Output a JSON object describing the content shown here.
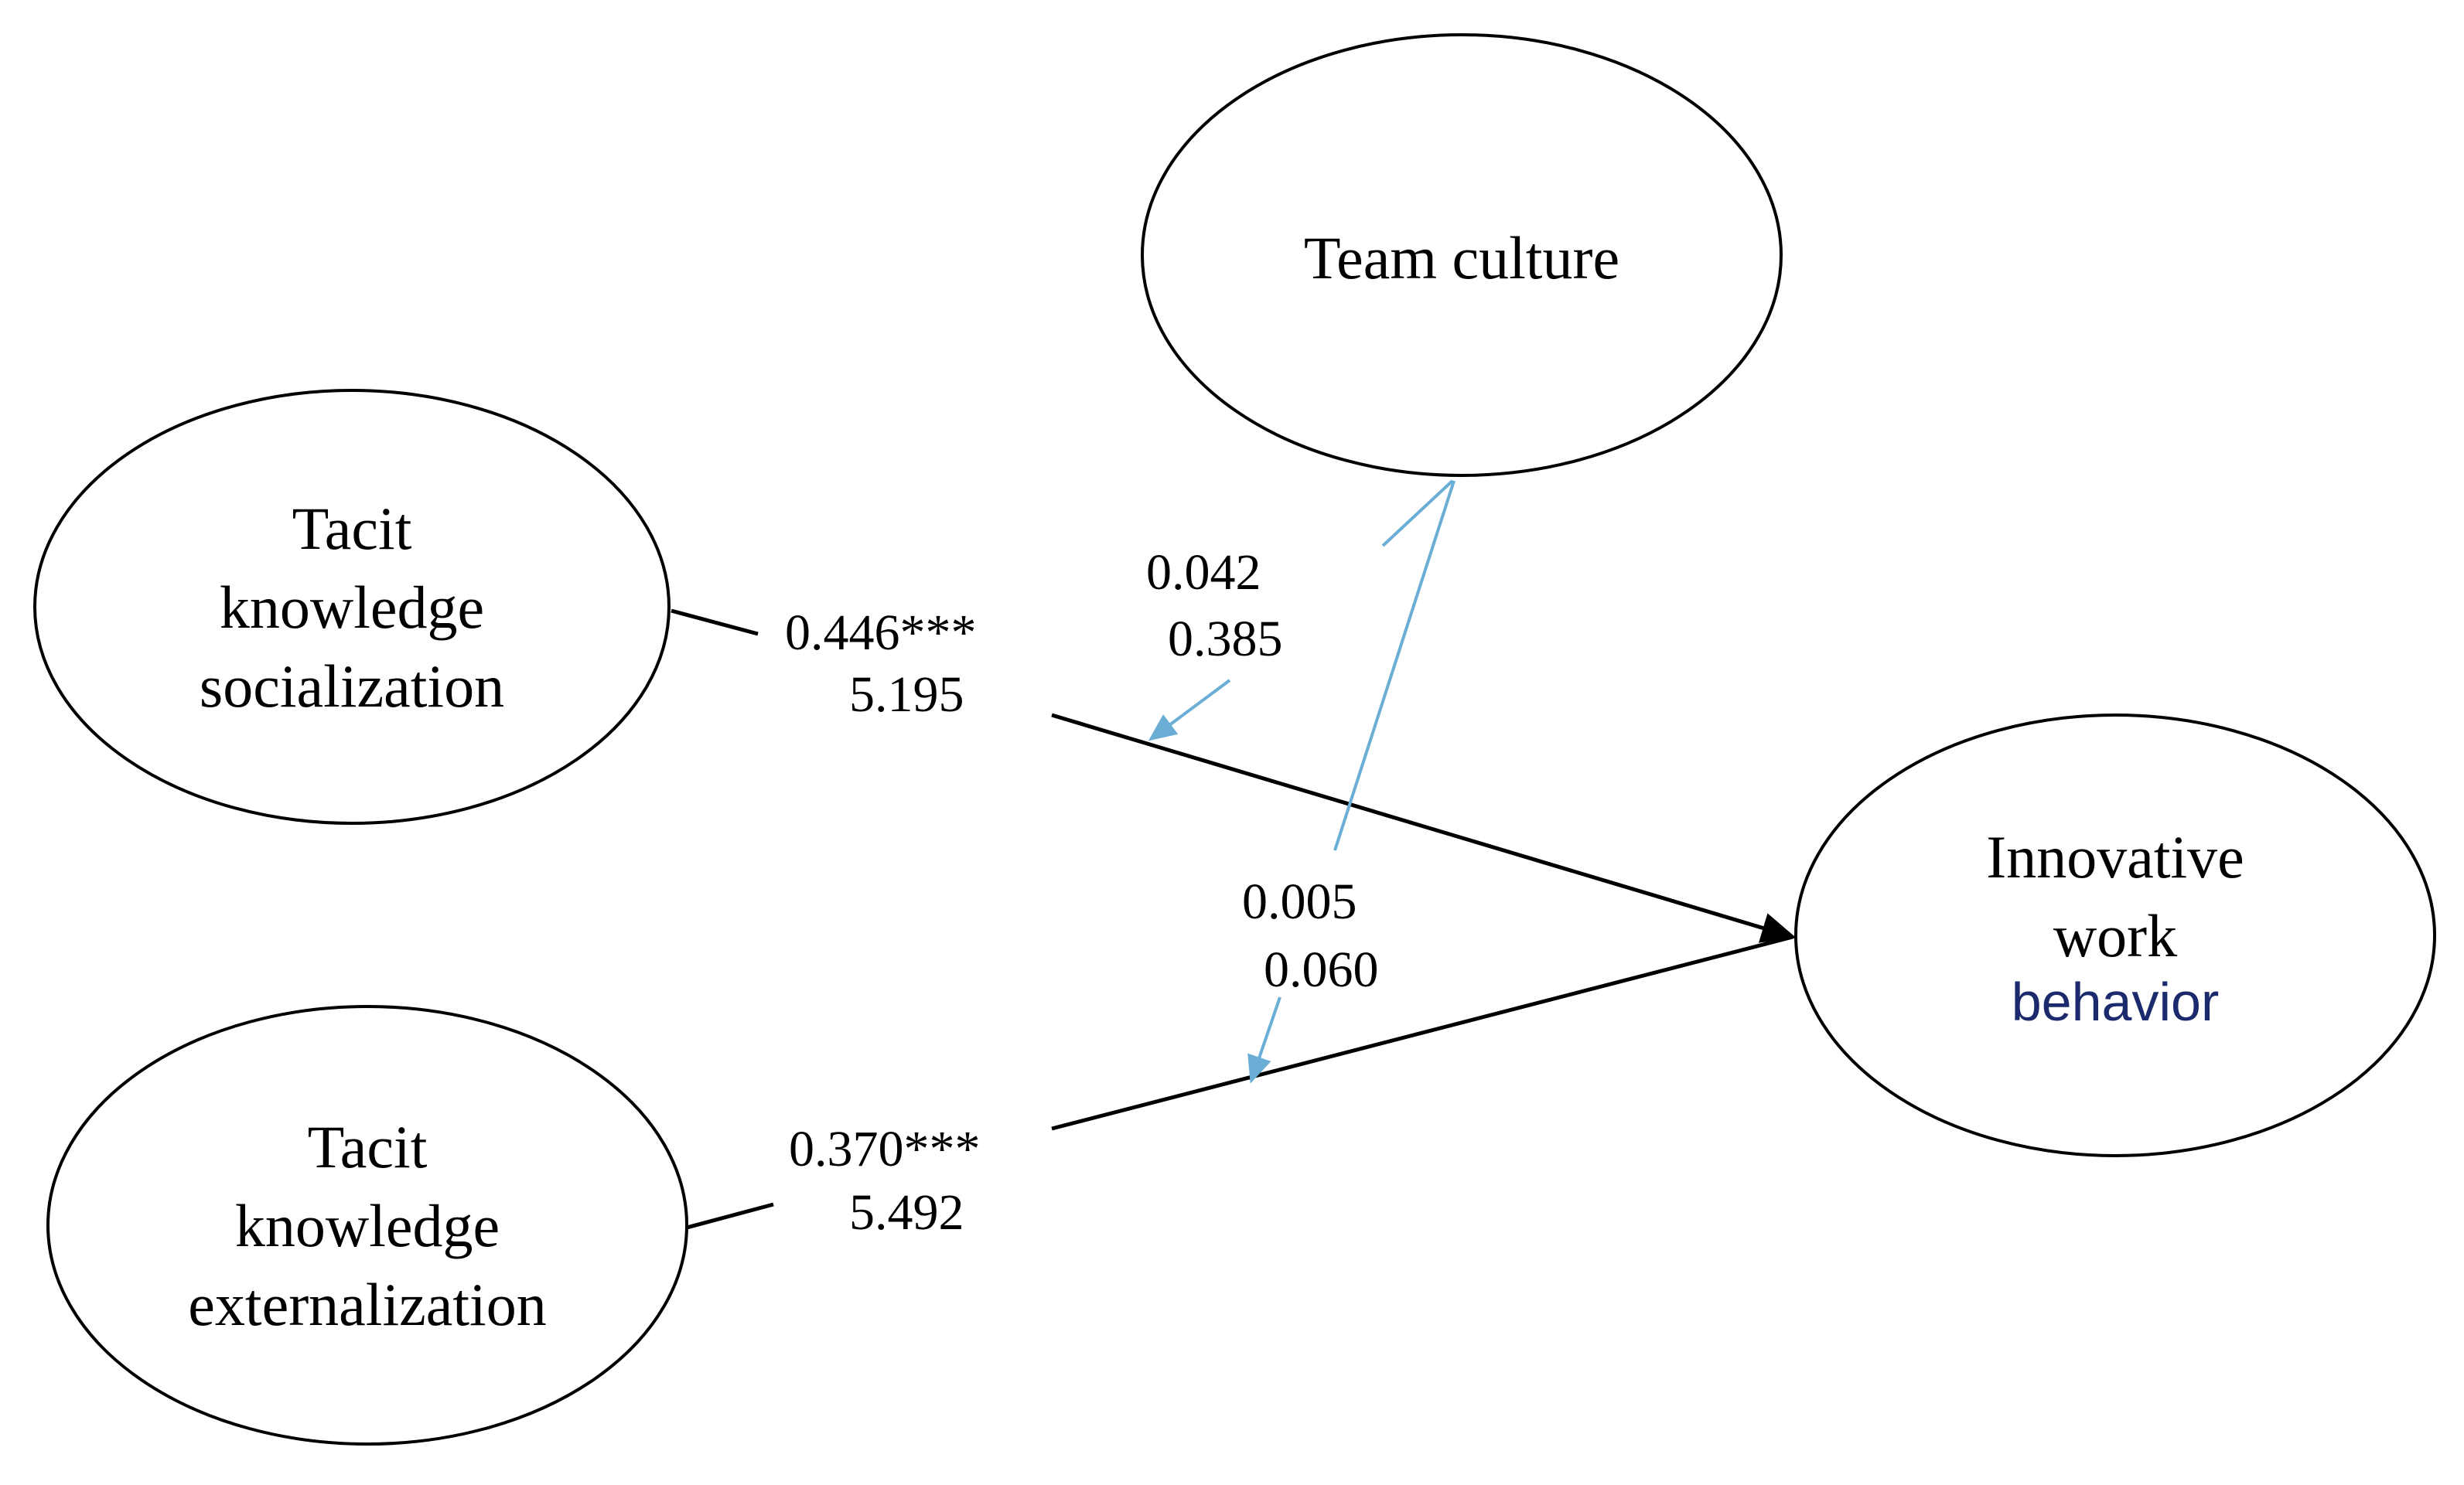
{
  "nodes": {
    "team_culture": {
      "lines": [
        "Team culture"
      ]
    },
    "socialization": {
      "lines": [
        "Tacit",
        "knowledge",
        "socialization"
      ]
    },
    "externalization": {
      "lines": [
        "Tacit",
        "knowledge",
        "externalization"
      ]
    },
    "innovative": {
      "lines": [
        "Innovative",
        "work",
        "behavior"
      ]
    }
  },
  "paths": {
    "socialization_to_innovative": {
      "coefficient": "0.446***",
      "t_value": "5.195"
    },
    "externalization_to_innovative": {
      "coefficient": "0.370***",
      "t_value": "5.492"
    }
  },
  "moderation": {
    "on_socialization_path": {
      "coefficient": "0.042",
      "t_value": "0.385"
    },
    "on_externalization_path": {
      "coefficient": "0.005",
      "t_value": "0.060"
    }
  },
  "colors": {
    "node_stroke": "#000000",
    "path_line": "#000000",
    "moderation_line": "#6aaed6",
    "behavior_text": "#1a2a6c"
  }
}
